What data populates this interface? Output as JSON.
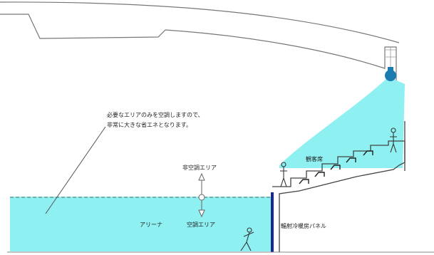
{
  "labels": {
    "note_line1": "必要なエリアのみを空調しますので、",
    "note_line2": "非常に大きな省エネとなります。",
    "non_ac_area": "非空調エリア",
    "arena": "アリーナ",
    "ac_area": "空調エリア",
    "radiant_panel": "輻射冷暖房パネル",
    "audience_seats": "観客席"
  },
  "colors": {
    "conditioned_air": "#8ff0f2",
    "nozzle": "#1b7bb0",
    "panel": "#1a2a8a",
    "line": "#555555"
  }
}
